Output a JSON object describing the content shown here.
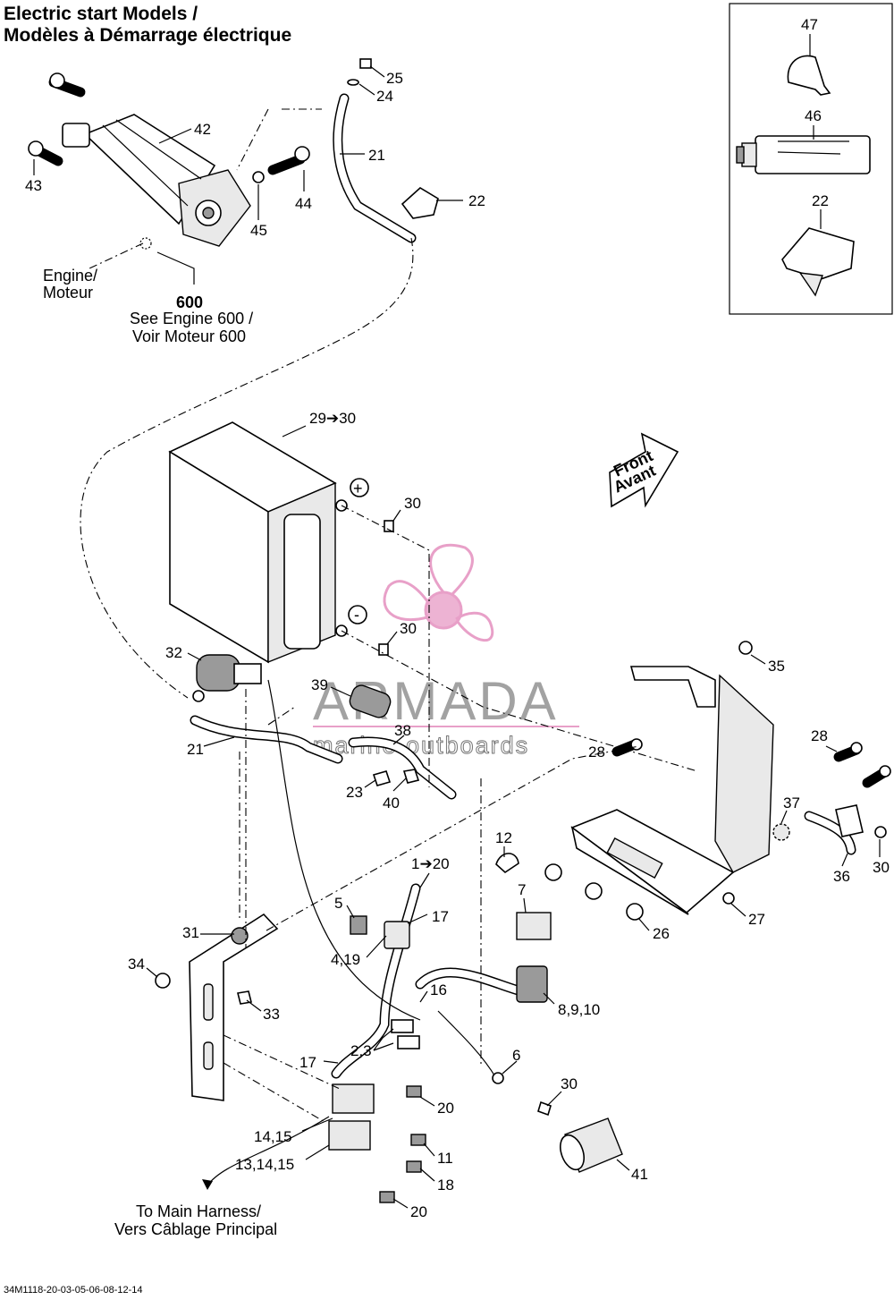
{
  "title": {
    "line1": "Electric start Models /",
    "line2": "Modèles à Démarrage électrique"
  },
  "notes": {
    "engine_line1": "Engine/",
    "engine_line2": "Moteur",
    "see_engine_number": "600",
    "see_engine_line1": "See Engine 600 /",
    "see_engine_line2": "Voir Moteur 600",
    "harness_line1": "To Main Harness/",
    "harness_line2": "Vers Câblage Principal",
    "front_line1": "Front",
    "front_line2": "Avant",
    "plus_sign": "+",
    "minus_sign": "-"
  },
  "callouts": [
    "47",
    "46",
    "22",
    "25",
    "24",
    "42",
    "21",
    "43",
    "44",
    "45",
    "22",
    "29➔30",
    "30",
    "30",
    "32",
    "39",
    "38",
    "35",
    "21",
    "23",
    "40",
    "28",
    "28",
    "37",
    "12",
    "1➔20",
    "7",
    "5",
    "17",
    "31",
    "4,19",
    "34",
    "33",
    "16",
    "36",
    "30",
    "26",
    "27",
    "8,9,10",
    "6",
    "2,3",
    "17",
    "30",
    "20",
    "14,15",
    "11",
    "13,14,15",
    "18",
    "41",
    "20"
  ],
  "watermark": {
    "brand": "ARMADA",
    "tagline": "marine outboards",
    "color": "#e8a0c8"
  },
  "doc_id": "34M1118-20-03-05-06-08-12-14"
}
